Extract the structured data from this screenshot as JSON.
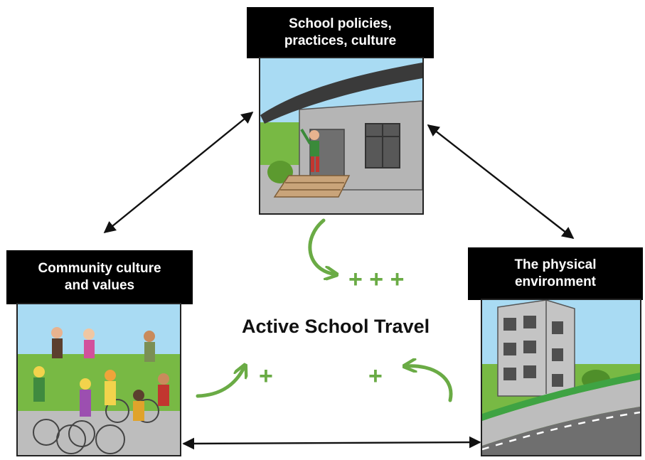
{
  "diagram": {
    "center_title": "Active School Travel",
    "nodes": {
      "school": {
        "line1": "School policies,",
        "line2": "practices, culture"
      },
      "community": {
        "line1": "Community culture",
        "line2": "and values"
      },
      "physical": {
        "line1": "The physical",
        "line2": "environment"
      }
    },
    "influence_markers": {
      "top": "+ + +",
      "left": "+",
      "right": "+"
    },
    "colors": {
      "label_background": "#000000",
      "label_text": "#ffffff",
      "influence_green": "#6aab45",
      "connector": "#111111"
    }
  }
}
